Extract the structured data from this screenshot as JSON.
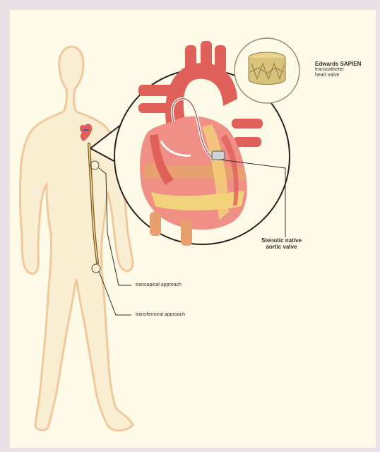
{
  "labels": {
    "valve_name": "Edwards SAPIEN",
    "valve_desc_1": "transcatheter",
    "valve_desc_2": "heart valve",
    "stenotic_1": "Stenotic native",
    "stenotic_2": "aortic valve",
    "transapical": "transapical approach",
    "transfemoral": "transfemoral approach"
  },
  "colors": {
    "background": "#e9e1e5",
    "panel": "#fdfbe8",
    "body_fill": "#faeed2",
    "body_outline": "#f0c89c",
    "heart_red": "#e0605a",
    "heart_pink": "#ef8f86",
    "heart_orange": "#e8a070",
    "heart_yellow": "#f2d27a",
    "catheter": "#7a5a2a",
    "valve_gold": "#d9c27a"
  }
}
